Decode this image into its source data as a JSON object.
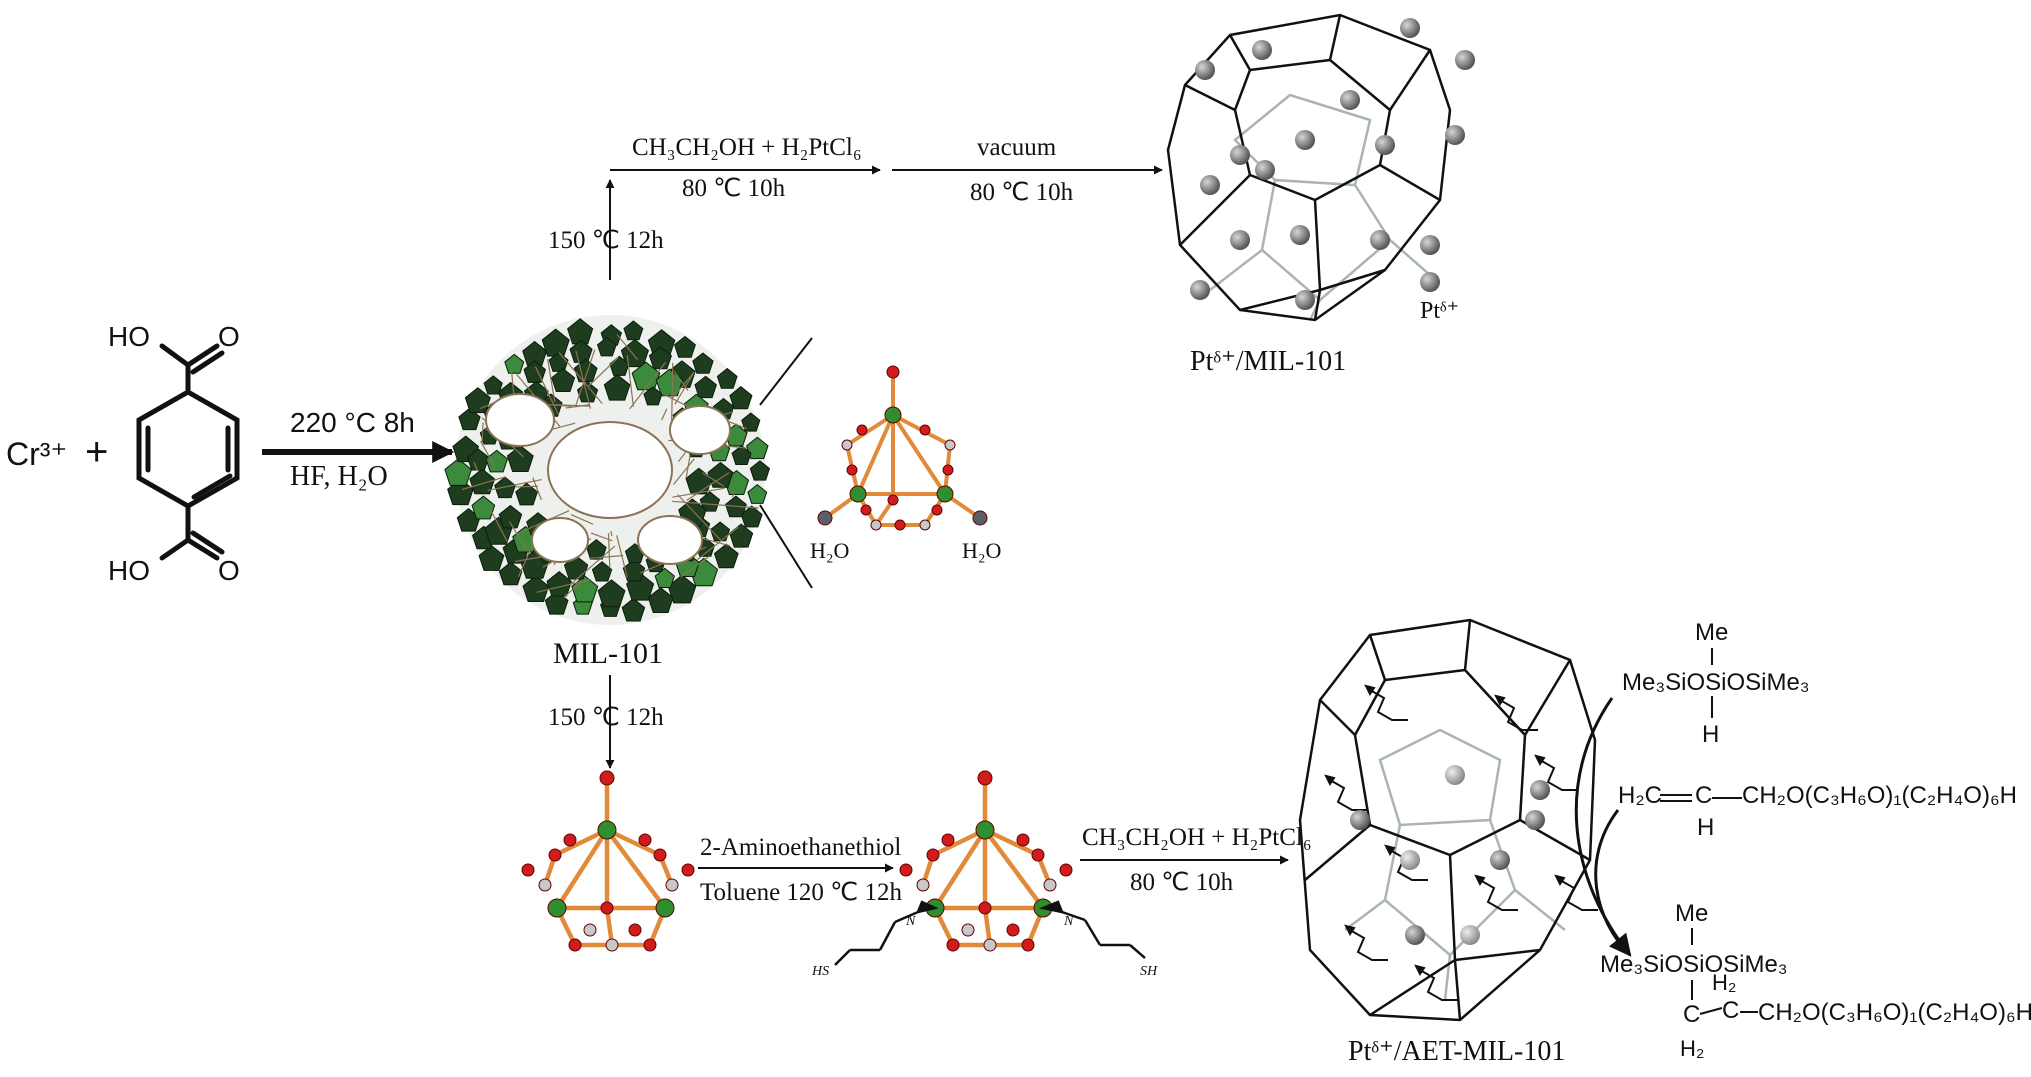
{
  "reactant": {
    "ion": "Cr³⁺",
    "plus": "+",
    "acid_top": "HO",
    "acid_bottom": "HO",
    "carbonyl_o": "O"
  },
  "step1": {
    "temp": "220 °C 8h",
    "reagent": "HF, H₂O"
  },
  "mil101_label": "MIL-101",
  "cluster_water": "H₂O",
  "top_route": {
    "vertical_cond": "150 ℃ 12h",
    "reagent": "CH₃CH₂OH + H₂PtCl₆",
    "cond1": "80 ℃   10h",
    "step2": "vacuum",
    "cond2": "80 ℃   10h"
  },
  "pt_particle_label": "Ptᵟ⁺",
  "product_top": "Ptᵟ⁺/MIL-101",
  "bottom_route": {
    "vertical_cond": "150 ℃ 12h",
    "reagent1": "2-Aminoethanethiol",
    "cond1": "Toluene  120 ℃  12h",
    "reagent2": "CH₃CH₂OH + H₂PtCl₆",
    "cond2": "80 ℃   10h",
    "amine_n": "N",
    "thiol_sh": "SH",
    "thiol_hs": "HS"
  },
  "product_bottom": "Ptᵟ⁺/AET-MIL-101",
  "siloxane": {
    "me": "Me",
    "core": "Me₃SiOSiOSiMe₃",
    "h": "H"
  },
  "allyl_polyether": {
    "h2c": "H₂C",
    "c": "C",
    "rest": "CH₂O(C₃H₆O)₁(C₂H₄O)₆H",
    "h": "H"
  },
  "hydrosilylation_product": {
    "me": "Me",
    "core": "Me₃SiOSiOSiMe₃",
    "c1": "C",
    "h2_lower": "H₂",
    "h2_upper": "H₂",
    "c2": "C",
    "rest": "CH₂O(C₃H₆O)₁(C₂H₄O)₆H"
  },
  "colors": {
    "line": "#111111",
    "cage_back": "#a9b4b8",
    "pt_sphere": "#6f6f6f",
    "octahedra": "#1e3d1e",
    "cr_atom": "#2f8f2f",
    "o_atom": "#d01c1c",
    "c_atom": "#c8c8c8",
    "bond": "#e08a3a"
  }
}
